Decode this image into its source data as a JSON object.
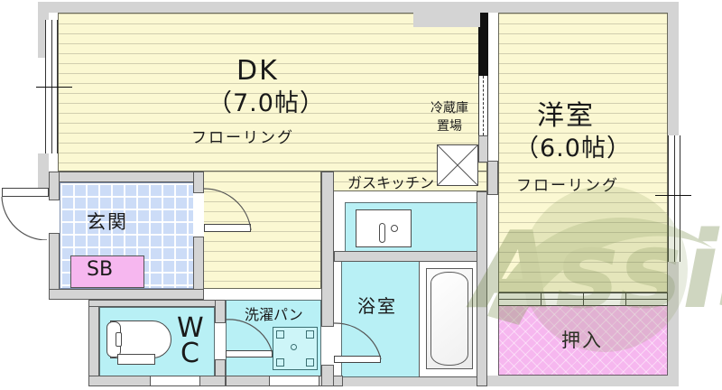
{
  "plan": {
    "type": "apartment-floor-plan",
    "watermark": "Assist",
    "watermark_color": "#8b9c6a",
    "rooms": [
      {
        "id": "dk",
        "name": "DK",
        "size": "（7.0帖）",
        "material": "フローリング",
        "fill": "#fbf8d2"
      },
      {
        "id": "washitsu",
        "name": "洋室",
        "size": "（6.0帖）",
        "material": "フローリング",
        "fill": "#fbf8d2"
      },
      {
        "id": "genkan",
        "name": "玄関",
        "fill": "#ccdcf7"
      },
      {
        "id": "yokushitsu",
        "name": "浴室",
        "fill": "#b8f0f5"
      },
      {
        "id": "wc",
        "name": "WC",
        "fill": "#b8f0f5"
      },
      {
        "id": "oshiire",
        "name": "押入",
        "fill": "#f6b7ef"
      }
    ],
    "labels": {
      "dk_name": "DK",
      "dk_size": "（7.0帖）",
      "dk_material": "フローリング",
      "yoshitsu_name": "洋室",
      "yoshitsu_size": "（6.0帖）",
      "yoshitsu_material": "フローリング",
      "genkan": "玄関",
      "shoebox": "SB",
      "wc_line1": "W",
      "wc_line2": "C",
      "sentaku_pan": "洗濯パン",
      "yokushitsu": "浴室",
      "gas_kitchen": "ガスキッチン",
      "reizouko_line1": "冷蔵庫",
      "reizouko_line2": "置場",
      "oshiire": "押入"
    }
  }
}
